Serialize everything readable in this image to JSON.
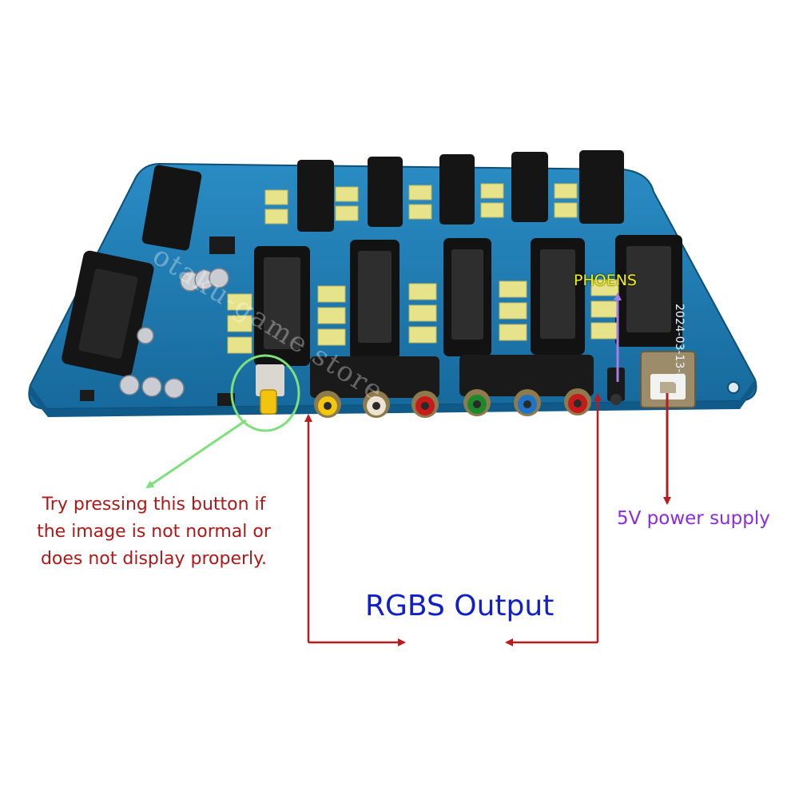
{
  "annotations": {
    "button_note_lines": [
      "Try pressing this button if",
      "the image is not normal or",
      "does not display properly."
    ],
    "output_label": "RGBS Output",
    "power_label": "5V power supply",
    "connector_label": "PHOENS"
  },
  "board": {
    "date_marking": "2024-03-13-DJF",
    "watermark": "otaku-game store"
  },
  "colors": {
    "board": "#1f7fb3",
    "button_highlight": "#7ee07a",
    "arrow_red": "#b81c1c",
    "arrow_purple": "#a77ee8",
    "rca_jacks": [
      "#f2c70c",
      "#ece4d2",
      "#c81a1a",
      "#1c8a2c",
      "#1e74c8",
      "#c81a1a"
    ]
  }
}
